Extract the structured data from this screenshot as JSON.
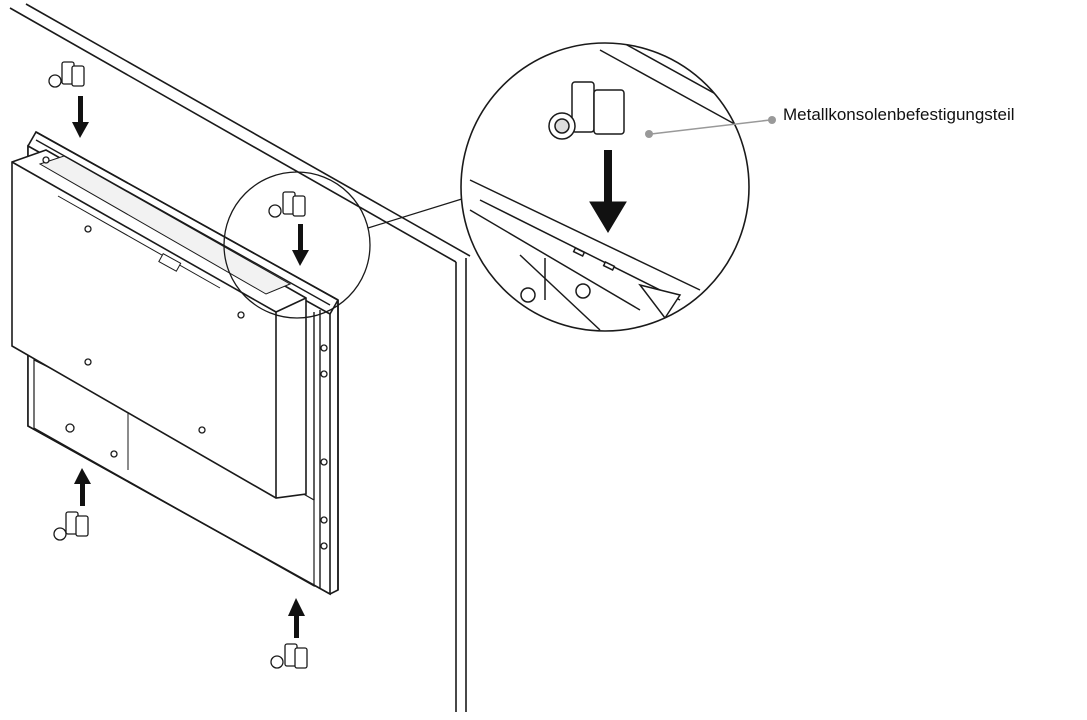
{
  "callout": {
    "label": "Metallkonsolenbefestigungsteil",
    "leader_color": "#999999"
  },
  "colors": {
    "line": "#1a1a1a",
    "panel_fill": "#ffffff",
    "shadow": "#e6e6e6",
    "arrow": "#111111"
  },
  "parts": {
    "clip_count": 4,
    "arrow_direction_top": "down",
    "arrow_direction_bottom": "up"
  }
}
